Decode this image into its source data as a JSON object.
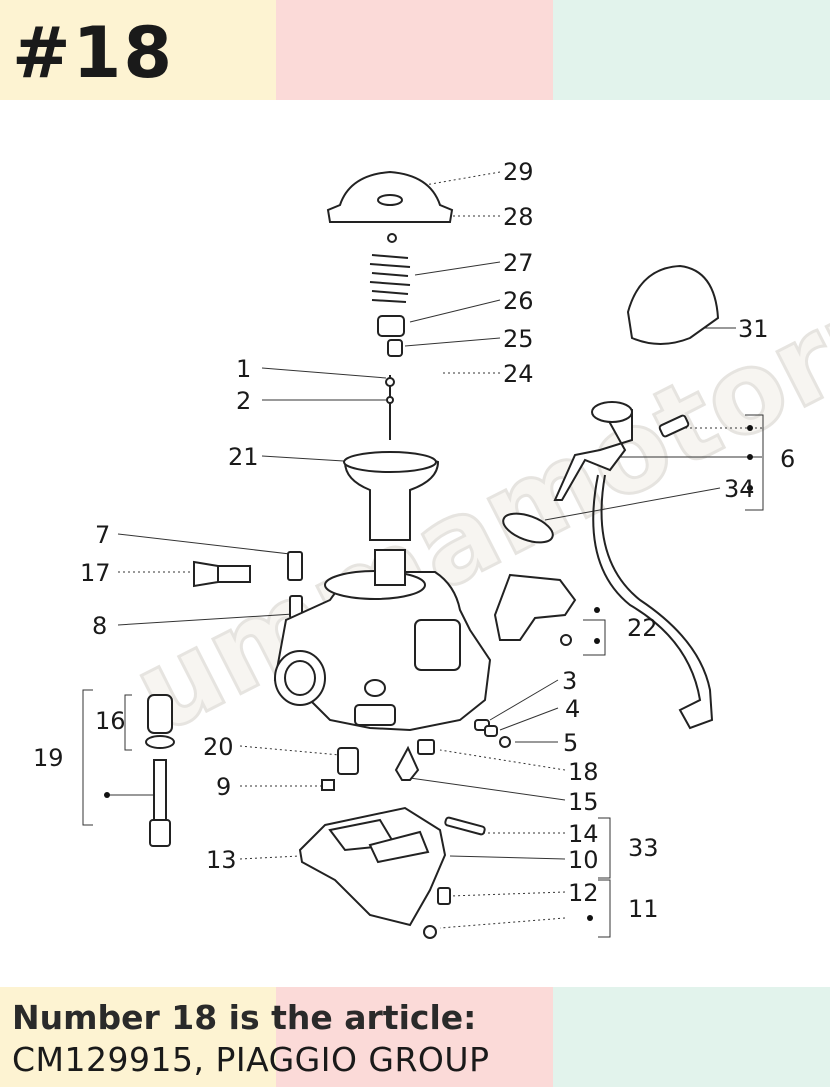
{
  "header": {
    "title": "#18"
  },
  "caption": {
    "heading": "Number 18 is the article:",
    "detail": "CM129915, PIAGGIO GROUP"
  },
  "colors": {
    "band_cream": "#fdf3d2",
    "band_pink": "#fbdad8",
    "band_mint": "#e2f3ec",
    "ink": "#1a1a1a"
  },
  "watermark": "ummamotorpartis",
  "callouts": [
    {
      "id": "29",
      "label": "29"
    },
    {
      "id": "28",
      "label": "28"
    },
    {
      "id": "27",
      "label": "27"
    },
    {
      "id": "26",
      "label": "26"
    },
    {
      "id": "25",
      "label": "25"
    },
    {
      "id": "24",
      "label": "24"
    },
    {
      "id": "1",
      "label": "1"
    },
    {
      "id": "2",
      "label": "2"
    },
    {
      "id": "21",
      "label": "21"
    },
    {
      "id": "31",
      "label": "31"
    },
    {
      "id": "6",
      "label": "6"
    },
    {
      "id": "34",
      "label": "34"
    },
    {
      "id": "7",
      "label": "7"
    },
    {
      "id": "17",
      "label": "17"
    },
    {
      "id": "8",
      "label": "8"
    },
    {
      "id": "22",
      "label": "22"
    },
    {
      "id": "3",
      "label": "3"
    },
    {
      "id": "4",
      "label": "4"
    },
    {
      "id": "5",
      "label": "5"
    },
    {
      "id": "16",
      "label": "16"
    },
    {
      "id": "19",
      "label": "19"
    },
    {
      "id": "20",
      "label": "20"
    },
    {
      "id": "18",
      "label": "18"
    },
    {
      "id": "9",
      "label": "9"
    },
    {
      "id": "15",
      "label": "15"
    },
    {
      "id": "14",
      "label": "14"
    },
    {
      "id": "33",
      "label": "33"
    },
    {
      "id": "13",
      "label": "13"
    },
    {
      "id": "10",
      "label": "10"
    },
    {
      "id": "12",
      "label": "12"
    },
    {
      "id": "11",
      "label": "11"
    }
  ]
}
